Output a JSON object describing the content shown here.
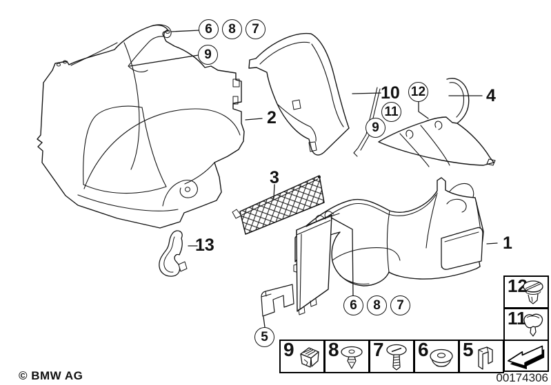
{
  "diagram": {
    "footer_copyright": "© BMW AG",
    "diagram_number": "00174306"
  },
  "part_labels": {
    "p1": "1",
    "p2": "2",
    "p3": "3",
    "p4": "4",
    "p10": "10",
    "p13": "13"
  },
  "callouts": {
    "top_6": "6",
    "top_8": "8",
    "top_7": "7",
    "top_9": "9",
    "right_12": "12",
    "right_11": "11",
    "right_9": "9",
    "bottom_6": "6",
    "bottom_8": "8",
    "bottom_7": "7",
    "bottom_5": "5"
  },
  "legend": {
    "row": [
      {
        "number": "9",
        "icon": "spring-clip-icon"
      },
      {
        "number": "8",
        "icon": "expanding-rivet-icon"
      },
      {
        "number": "7",
        "icon": "screw-icon"
      },
      {
        "number": "6",
        "icon": "grommet-nut-icon"
      },
      {
        "number": "5",
        "icon": "clamp-bracket-icon"
      }
    ],
    "side": [
      {
        "number": "12",
        "icon": "twist-lock-plug-icon"
      },
      {
        "number": "11",
        "icon": "thumb-knob-icon"
      }
    ],
    "arrow_icon": "direction-arrow-icon"
  },
  "colors": {
    "line": "#141414",
    "background": "#ffffff"
  }
}
